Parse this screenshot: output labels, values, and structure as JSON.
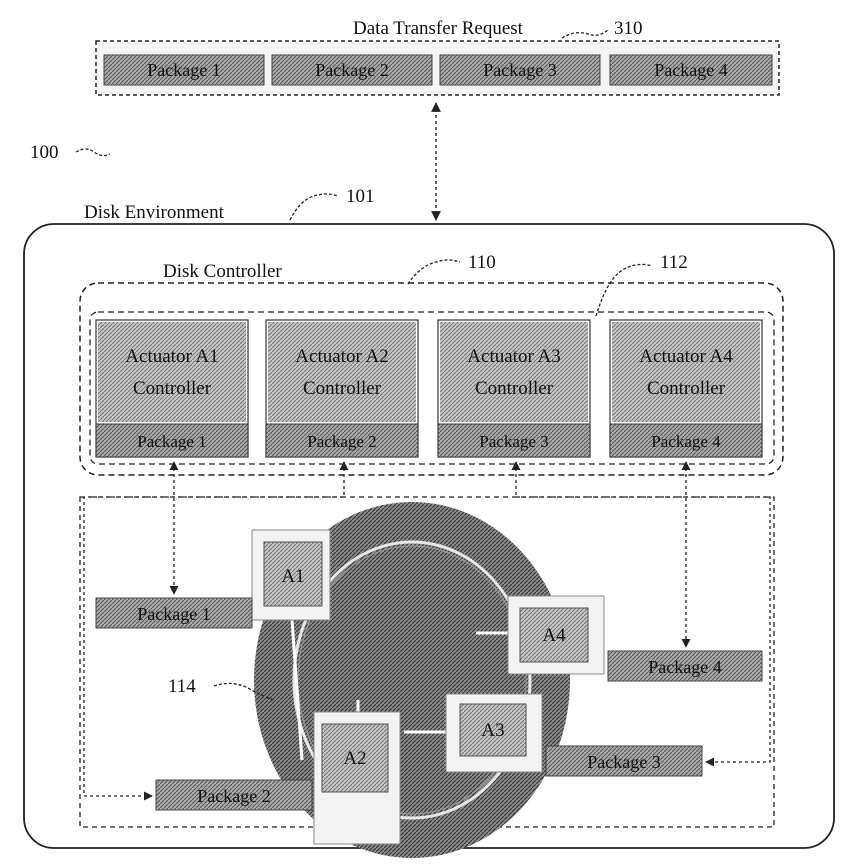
{
  "colors": {
    "ink": "#222222",
    "hatch_fill": "#a9a9a9",
    "hatch_line": "#5a5a5a",
    "background": "#ffffff"
  },
  "request": {
    "title": "Data Transfer Request",
    "ref": "310",
    "packages": [
      "Package 1",
      "Package 2",
      "Package 3",
      "Package 4"
    ]
  },
  "figure_ref": "100",
  "environment": {
    "label": "Disk Environment",
    "ref": "101"
  },
  "controller": {
    "label": "Disk Controller",
    "ref": "110",
    "group_ref": "112",
    "actuators": [
      {
        "line1": "Actuator A1",
        "line2": "Controller",
        "package": "Package 1"
      },
      {
        "line1": "Actuator A2",
        "line2": "Controller",
        "package": "Package 2"
      },
      {
        "line1": "Actuator A3",
        "line2": "Controller",
        "package": "Package 3"
      },
      {
        "line1": "Actuator A4",
        "line2": "Controller",
        "package": "Package 4"
      }
    ]
  },
  "disk": {
    "actuators": [
      "A1",
      "A2",
      "A3",
      "A4"
    ],
    "platter_ref": "114",
    "packages": [
      "Package 1",
      "Package 2",
      "Package 3",
      "Package 4"
    ]
  }
}
